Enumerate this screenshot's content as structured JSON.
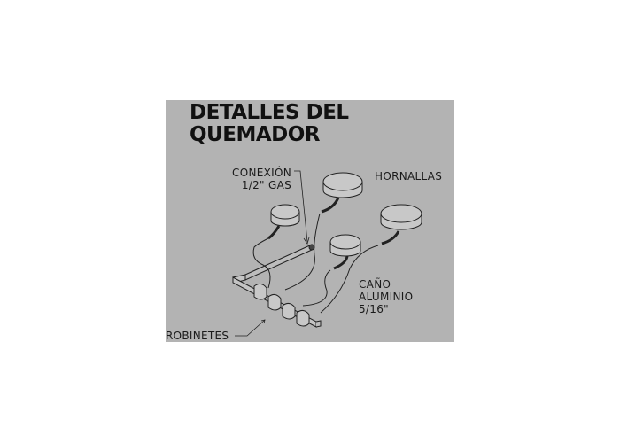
{
  "diagram": {
    "title_line1": "DETALLES DEL",
    "title_line2": "QUEMADOR",
    "labels": {
      "conexion_line1": "CONEXIÓN",
      "conexion_line2": "1/2\" GAS",
      "hornallas": "HORNALLAS",
      "cano_line1": "CAÑO",
      "cano_line2": "ALUMINIO",
      "cano_line3": "5/16\"",
      "robinetes": "ROBINETES"
    },
    "colors": {
      "panel_background": "#b3b3b3",
      "line_color": "#222222",
      "part_fill": "#c8c8c8",
      "page_background": "#ffffff"
    }
  }
}
